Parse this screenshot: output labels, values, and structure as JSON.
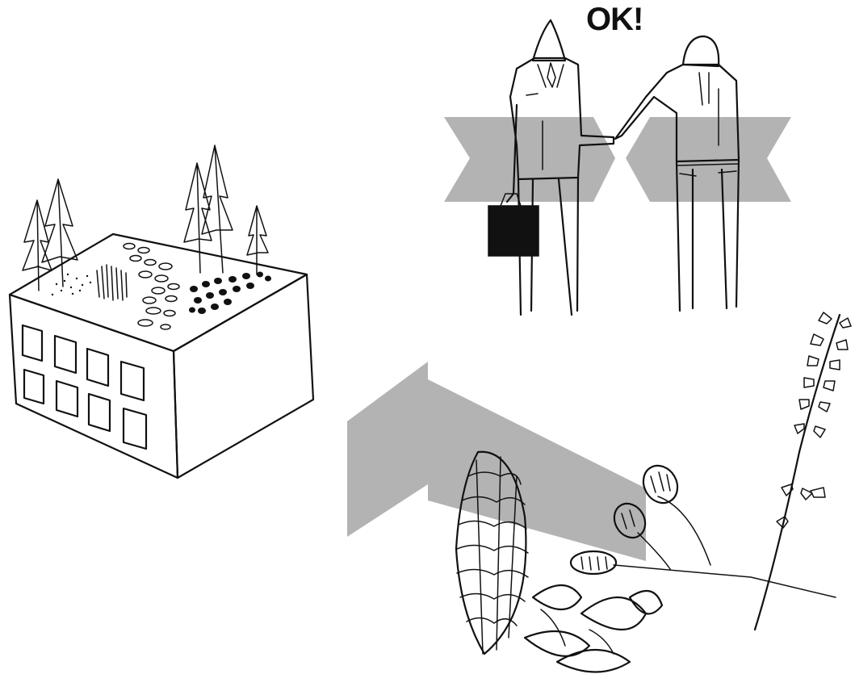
{
  "caption": {
    "text": "OK!"
  },
  "colors": {
    "arrow": "#b3b3b3",
    "ink": "#111111",
    "background": "#ffffff"
  },
  "illustration": {
    "elements": [
      "building-with-green-roof",
      "handshake-agreement",
      "plant-materials",
      "return-arrow"
    ]
  }
}
